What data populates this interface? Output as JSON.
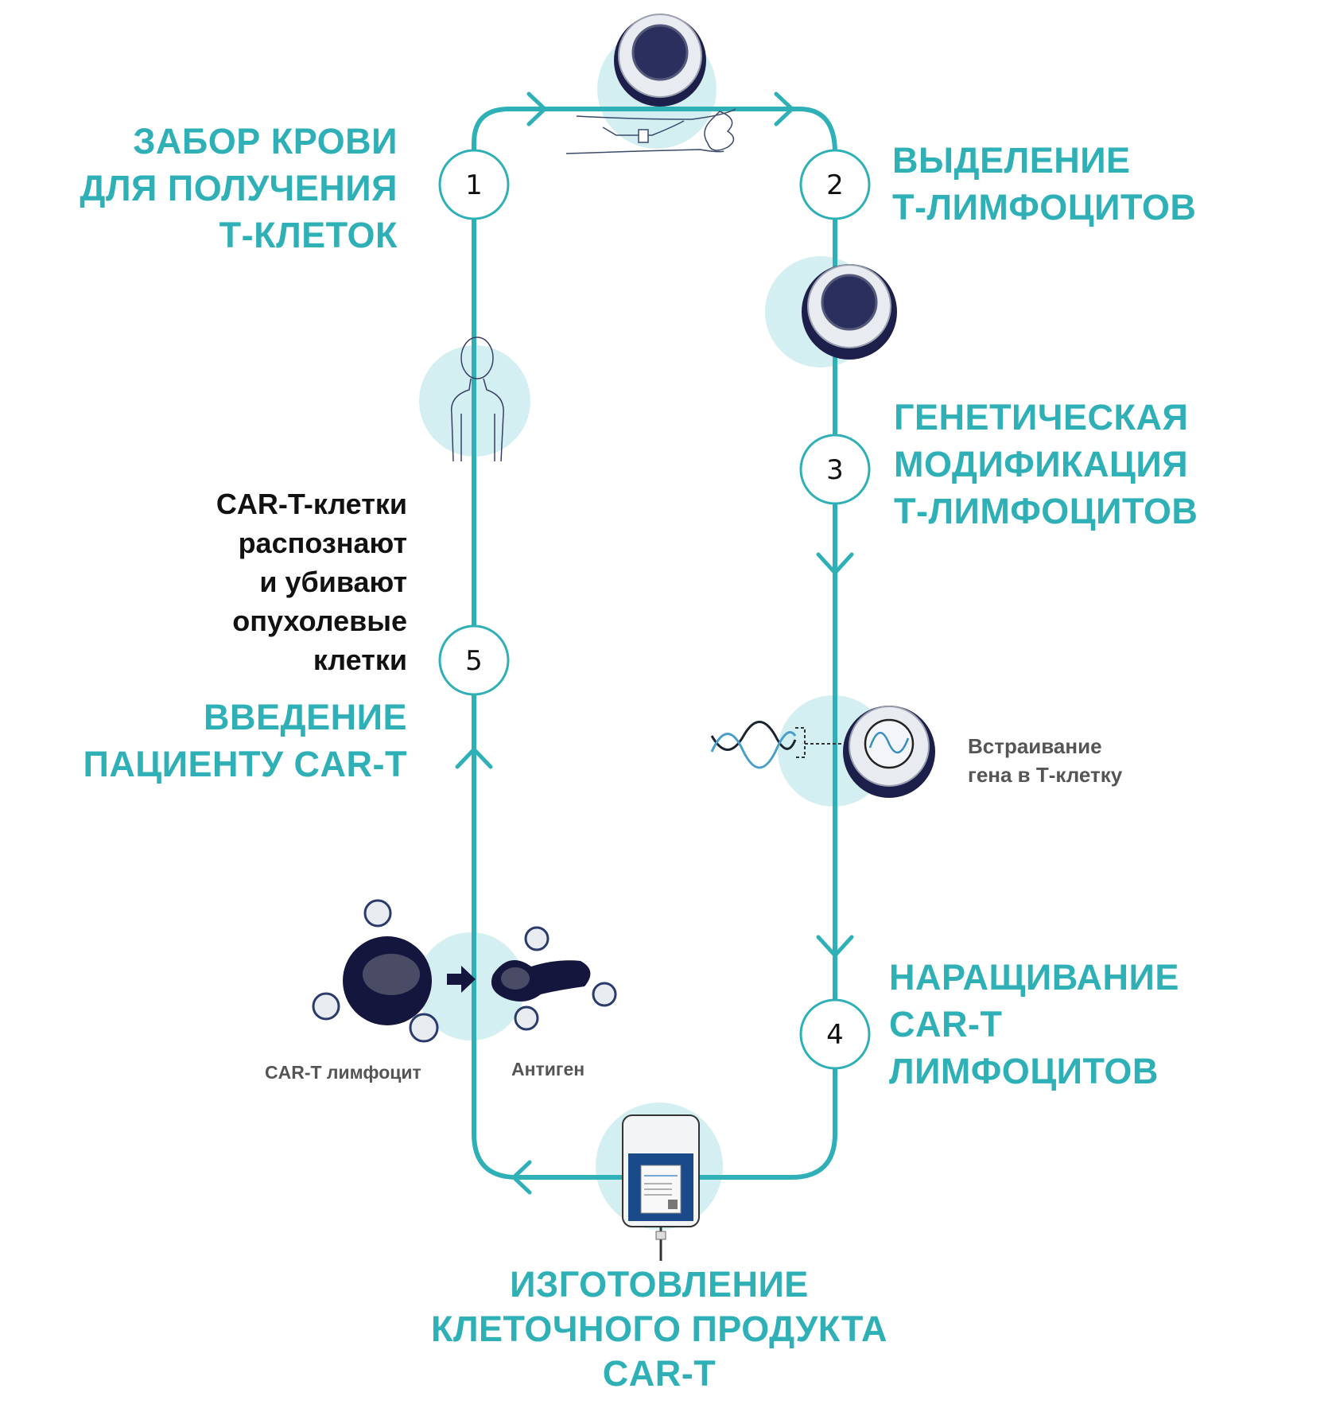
{
  "colors": {
    "accent": "#2fb0b7",
    "bubble": "#d3eff1",
    "cell_dark": "#1c1f4a",
    "text_dark": "#111111",
    "caption_gray": "#555555"
  },
  "steps": [
    {
      "number": "1",
      "title_lines": [
        "ЗАБОР КРОВИ",
        "ДЛЯ ПОЛУЧЕНИЯ",
        "Т-КЛЕТОК"
      ]
    },
    {
      "number": "2",
      "title_lines": [
        "ВЫДЕЛЕНИЕ",
        "Т-ЛИМФОЦИТОВ"
      ]
    },
    {
      "number": "3",
      "title_lines": [
        "ГЕНЕТИЧЕСКАЯ",
        "МОДИФИКАЦИЯ",
        "Т-ЛИМФОЦИТОВ"
      ]
    },
    {
      "number": "4",
      "title_lines": [
        "НАРАЩИВАНИЕ",
        "CAR-T",
        "ЛИМФОЦИТОВ"
      ]
    },
    {
      "number": "5",
      "title_lines": [
        "ВВЕДЕНИЕ",
        "ПАЦИЕНТУ CAR-T"
      ]
    }
  ],
  "manufacturing": {
    "title_lines": [
      "ИЗГОТОВЛЕНИЕ",
      "КЛЕТОЧНОГО ПРОДУКТА",
      "CAR-T"
    ]
  },
  "action_note": {
    "lines": [
      "CAR-T-клетки",
      "распознают",
      "и убивают",
      "опухолевые",
      "клетки"
    ]
  },
  "gene_caption": {
    "lines": [
      "Встраивание",
      "гена в Т-клетку"
    ]
  },
  "kill_captions": {
    "car_t": "CAR-T лимфоцит",
    "antigen": "Антиген"
  },
  "illustrations": {
    "blood_draw": "arm-with-catheter-and-t-cell",
    "isolated_cell": "t-lymphocyte",
    "gene_insertion": "dna-into-t-cell",
    "infusion_bag": "iv-bag",
    "patient": "human-silhouette",
    "tumor_kill": "car-t-attacking-tumor-cell"
  }
}
